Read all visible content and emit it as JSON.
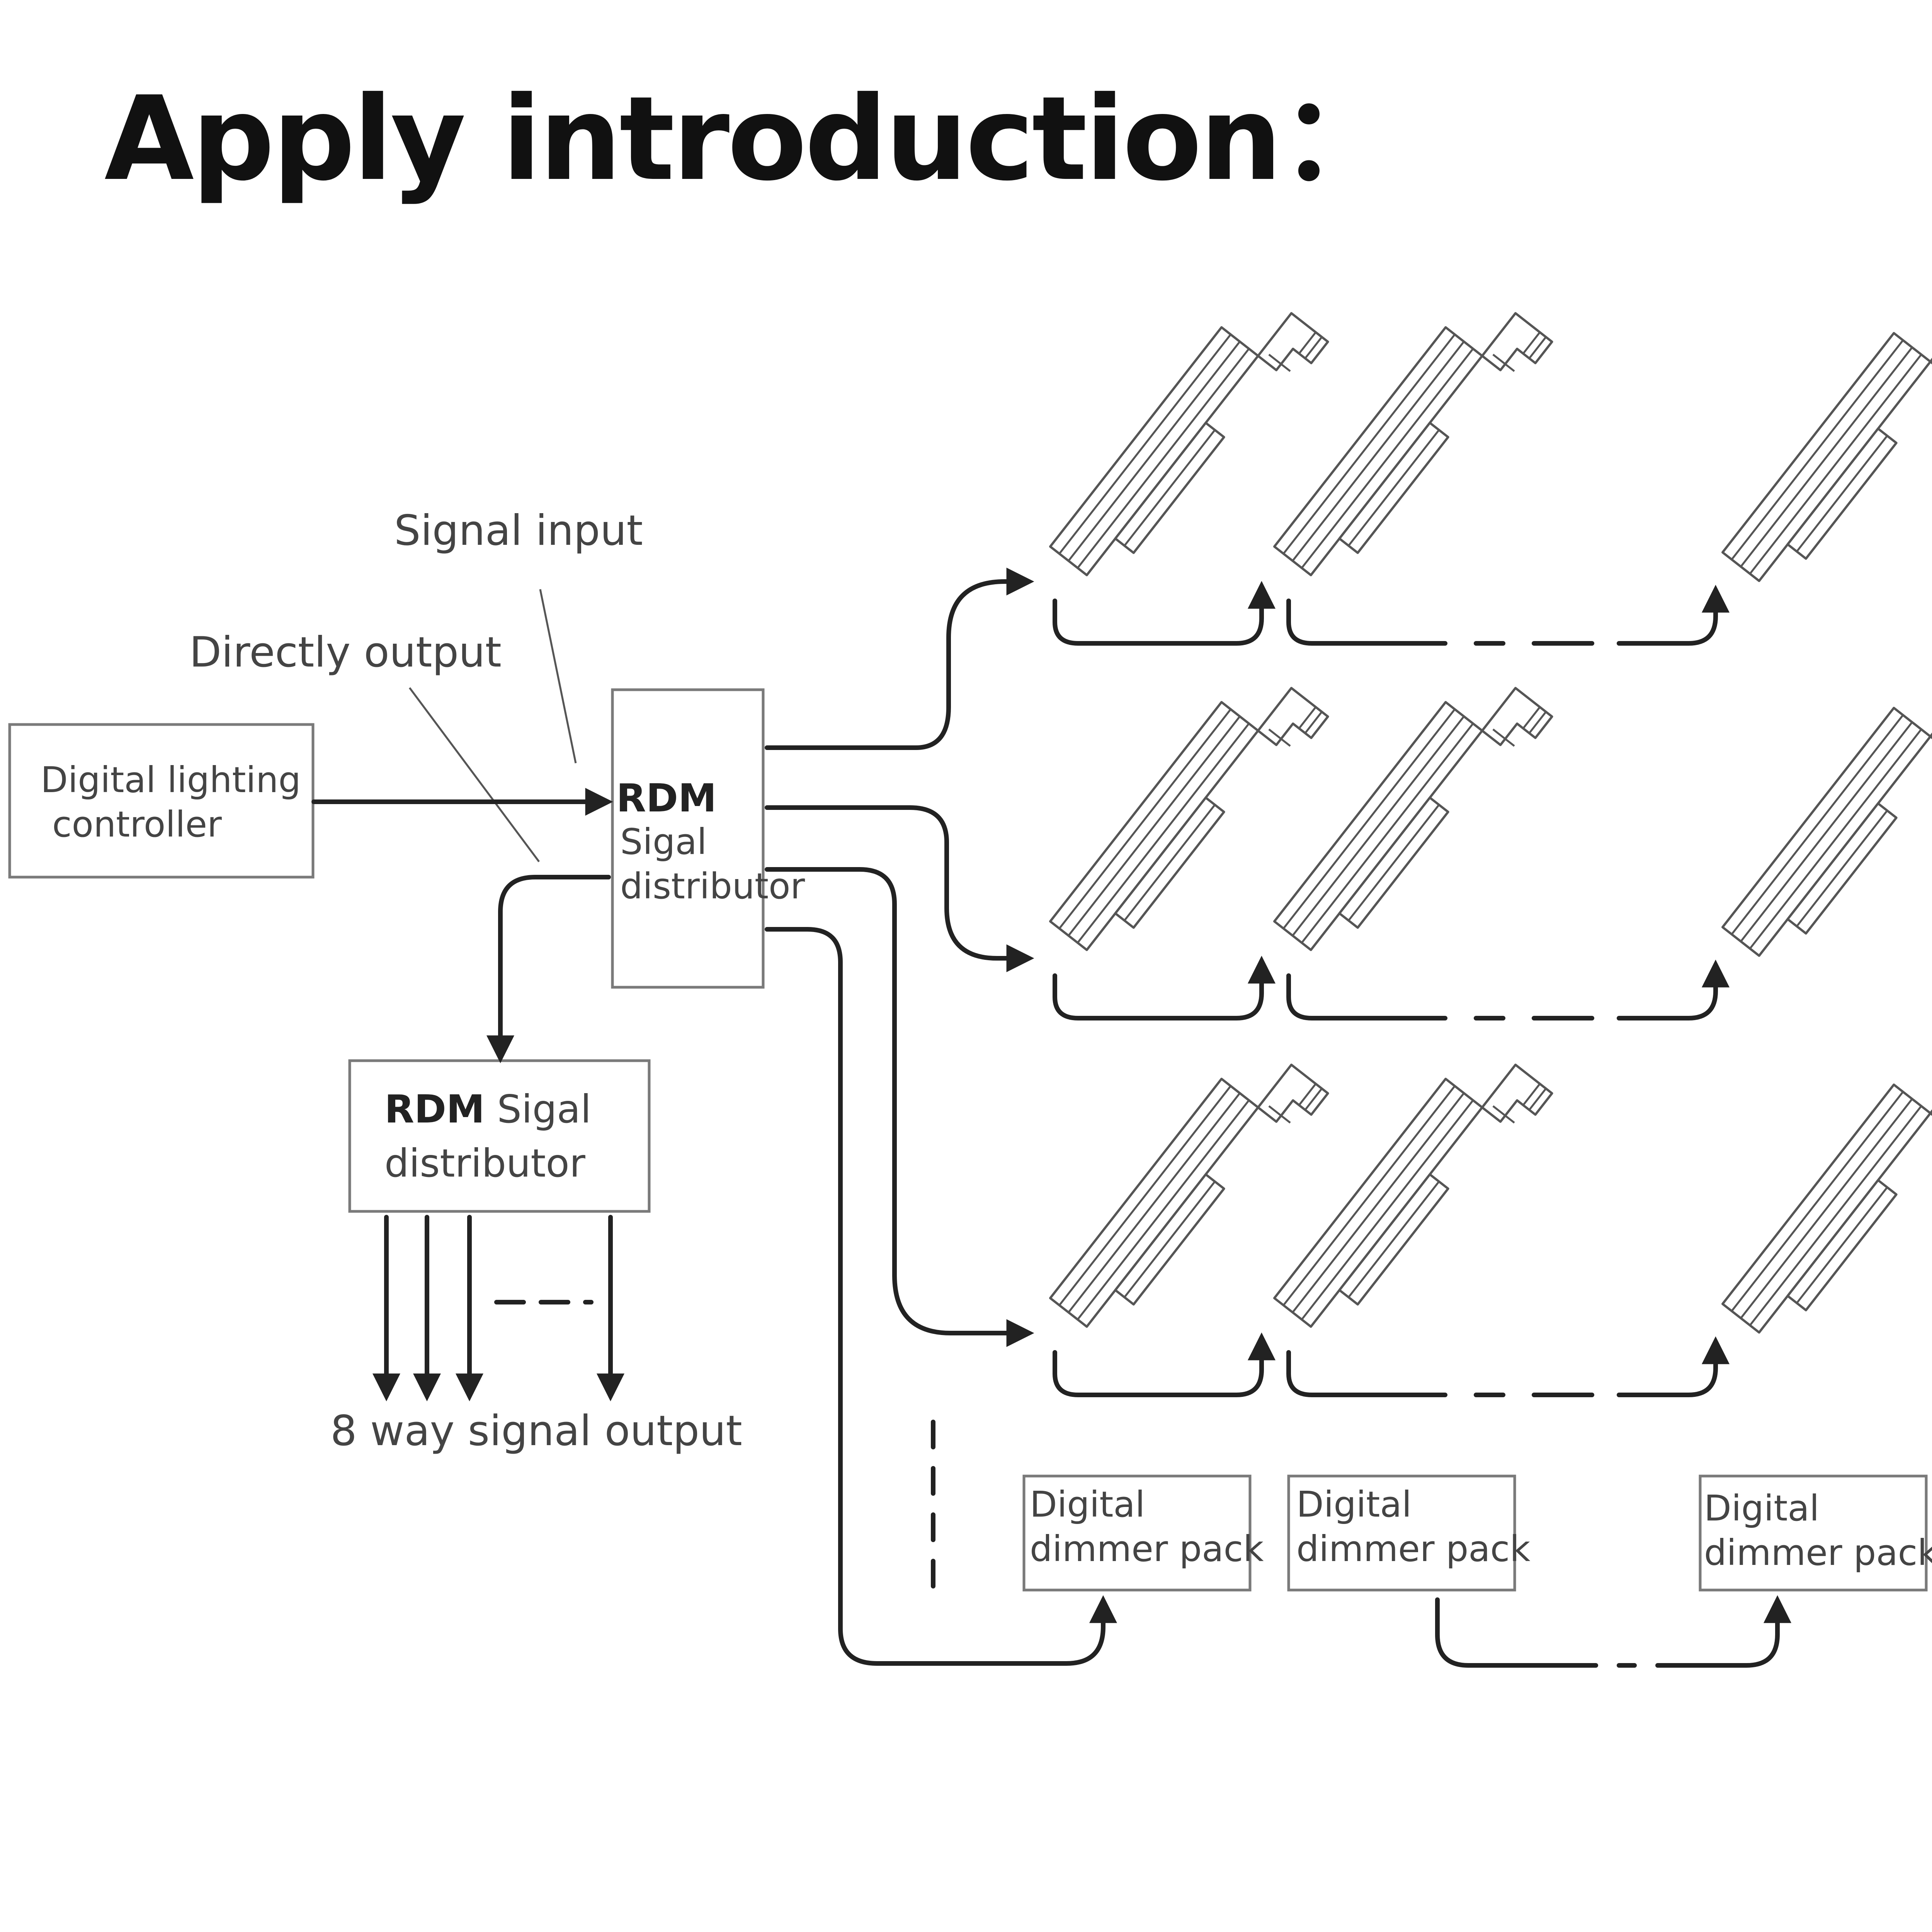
{
  "title": "Apply introduction：",
  "labels": {
    "signal_input": "Signal input",
    "directly_output": "Directly output",
    "eight_way": "8 way signal output"
  },
  "controller": {
    "line1": "Digital lighting",
    "line2": "controller"
  },
  "main_distributor": {
    "line1": "RDM",
    "line2": "Sigal",
    "line3": "distributor"
  },
  "secondary_distributor": {
    "line1_bold": "RDM",
    "line1_rest": " Sigal",
    "line2": "distributor"
  },
  "dimmer_packs": [
    {
      "line1": "Digital",
      "line2": "dimmer pack"
    },
    {
      "line1": "Digital",
      "line2": "dimmer pack"
    },
    {
      "line1": "Digital",
      "line2": "dimmer pack"
    }
  ],
  "fixture_rows": 3,
  "fixtures_per_row": 3,
  "icons": [
    "arrow-head-icon",
    "wall-washer-fixture-icon"
  ],
  "colors": {
    "line": "#222222",
    "box_border": "#7a7a7a",
    "text": "#444444"
  }
}
